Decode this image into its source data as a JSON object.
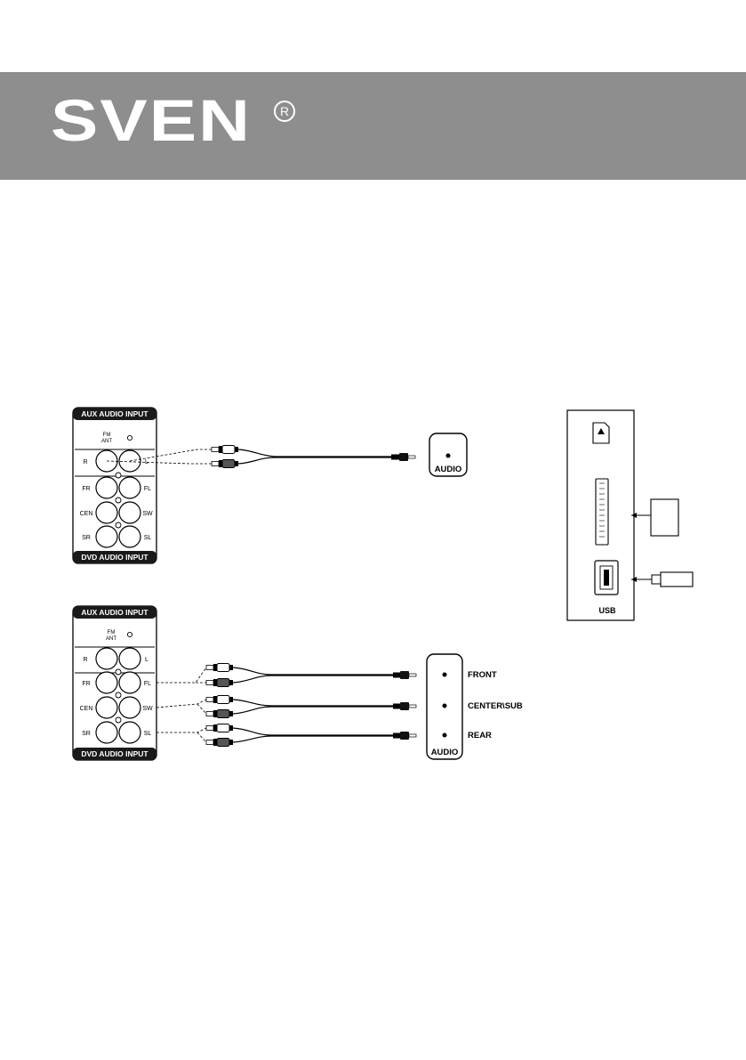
{
  "brand": {
    "name": "SVEN",
    "registered_mark": "R"
  },
  "panel_labels": {
    "aux_title": "AUX AUDIO INPUT",
    "dvd_title": "DVD AUDIO INPUT",
    "fm": "FM",
    "ant": "ANT",
    "r": "R",
    "l": "L",
    "fr": "FR",
    "fl": "FL",
    "cen": "CEN",
    "sw": "SW",
    "sr": "SR",
    "sl": "SL"
  },
  "source_single": {
    "label": "AUDIO"
  },
  "source_multi": {
    "label": "AUDIO",
    "outputs": [
      "FRONT",
      "CENTER\\SUB",
      "REAR"
    ]
  },
  "side_panel": {
    "usb_label": "USB"
  }
}
